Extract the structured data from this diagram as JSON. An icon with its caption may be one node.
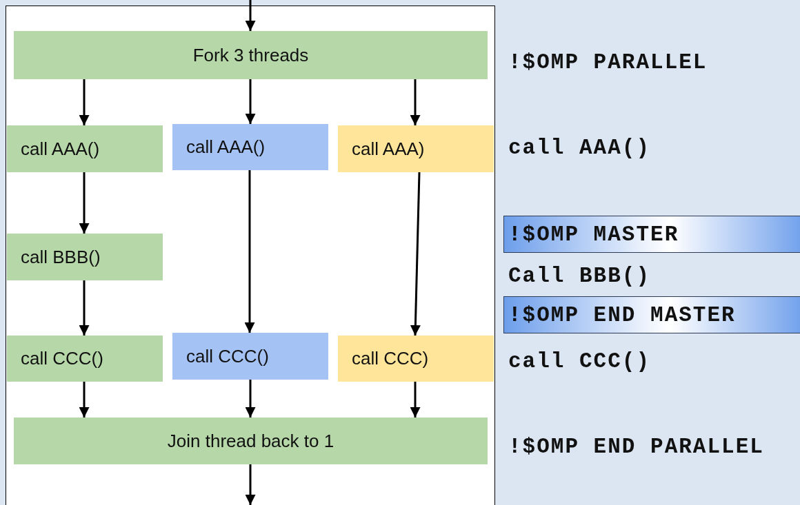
{
  "diagram": {
    "nodes": [
      {
        "text": [
          "Fork 3 threads"
        ]
      },
      {
        "text": [
          "call AAA()"
        ]
      },
      {
        "text": [
          "call AAA()"
        ]
      },
      {
        "text": [
          "call AAA)"
        ]
      },
      {
        "text": [
          "call BBB()"
        ]
      },
      {
        "text": [
          "call CCC()"
        ]
      },
      {
        "text": [
          "call CCC()"
        ]
      },
      {
        "text": [
          "call CCC)"
        ]
      },
      {
        "text": [
          "Join thread back to 1"
        ]
      },
      {
        "text": [
          "!$OMP MASTER"
        ]
      },
      {
        "text": [
          "!$OMP END MASTER"
        ]
      }
    ],
    "edges": [
      {
        "from": null,
        "to": 0,
        "arrow": "to"
      },
      {
        "from": 0,
        "to": 1,
        "arrow": "to"
      },
      {
        "from": 0,
        "to": 2,
        "arrow": "to"
      },
      {
        "from": 0,
        "to": 3,
        "arrow": "to"
      },
      {
        "from": 1,
        "to": 4,
        "arrow": "to"
      },
      {
        "from": 4,
        "to": 5,
        "arrow": "to"
      },
      {
        "from": 2,
        "to": 6,
        "arrow": "to"
      },
      {
        "from": 3,
        "to": 7,
        "arrow": "to"
      },
      {
        "from": 5,
        "to": 8,
        "arrow": "to"
      },
      {
        "from": 6,
        "to": 8,
        "arrow": "to"
      },
      {
        "from": 7,
        "to": 8,
        "arrow": "to"
      },
      {
        "from": 8,
        "to": null,
        "arrow": "to"
      }
    ],
    "labels": [
      "!$OMP PARALLEL",
      "call AAA()",
      "Call BBB()",
      "call CCC()",
      "!$OMP END PARALLEL"
    ]
  }
}
